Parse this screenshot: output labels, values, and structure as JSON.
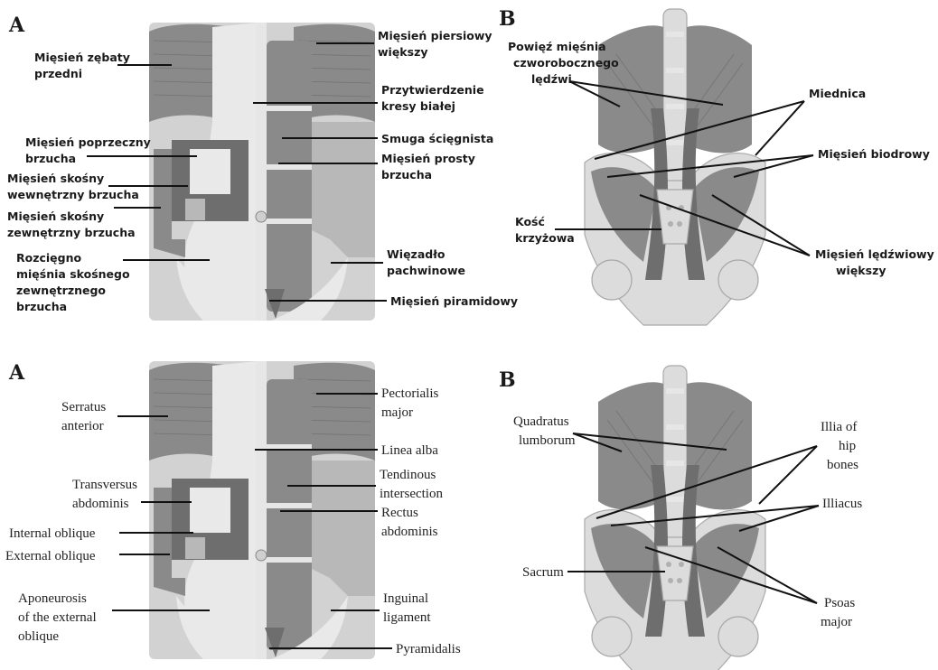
{
  "panels": {
    "top_left": {
      "letter": "A",
      "labels": {
        "serratus": [
          "Mięsień zębaty",
          "przedni"
        ],
        "pectoralis": [
          "Mięsień piersiowy",
          "większy"
        ],
        "linea": [
          "Przytwierdzenie",
          "kresy białej"
        ],
        "transversus": [
          "Mięsień poprzeczny",
          "brzucha"
        ],
        "tendinous": [
          "Smuga ścięgnista"
        ],
        "rectus": [
          "Mięsień prosty",
          "brzucha"
        ],
        "internal": [
          "Mięsień skośny",
          "wewnętrzny brzucha"
        ],
        "external": [
          "Mięsień skośny",
          "zewnętrzny brzucha"
        ],
        "inguinal": [
          "Więzadło",
          "pachwinowe"
        ],
        "aponeurosis": [
          "Rozcięgno",
          "mięśnia skośnego",
          "zewnętrznego",
          "brzucha"
        ],
        "pyramidalis": [
          "Mięsień piramidowy"
        ]
      }
    },
    "top_right": {
      "letter": "B",
      "labels": {
        "quadratus": [
          "Powięź mięśnia",
          "czworobocznego",
          "lędźwi"
        ],
        "ilia": [
          "Miednica"
        ],
        "iliacus": [
          "Mięsień biodrowy"
        ],
        "sacrum": [
          "Kość",
          "krzyżowa"
        ],
        "psoas": [
          "Mięsień lędźwiowy",
          "większy"
        ]
      }
    },
    "bottom_left": {
      "letter": "A",
      "labels": {
        "serratus": [
          "Serratus",
          "anterior"
        ],
        "pectoralis": [
          "Pectorialis",
          "major"
        ],
        "linea": [
          "Linea alba"
        ],
        "tendinous": [
          "Tendinous",
          "intersection"
        ],
        "transversus": [
          "Transversus",
          "abdominis"
        ],
        "rectus": [
          "Rectus",
          "abdominis"
        ],
        "internal": [
          "Internal oblique"
        ],
        "external": [
          "External oblique"
        ],
        "aponeurosis": [
          "Aponeurosis",
          "of the external",
          "oblique"
        ],
        "inguinal": [
          "Inguinal",
          "ligament"
        ],
        "pyramidalis": [
          "Pyramidalis"
        ]
      }
    },
    "bottom_right": {
      "letter": "B",
      "labels": {
        "quadratus": [
          "Quadratus",
          "lumborum"
        ],
        "ilia": [
          "Illia of",
          "hip",
          "bones"
        ],
        "iliacus": [
          "Illiacus"
        ],
        "sacrum": [
          "Sacrum"
        ],
        "psoas": [
          "Psoas",
          "major"
        ]
      }
    }
  }
}
